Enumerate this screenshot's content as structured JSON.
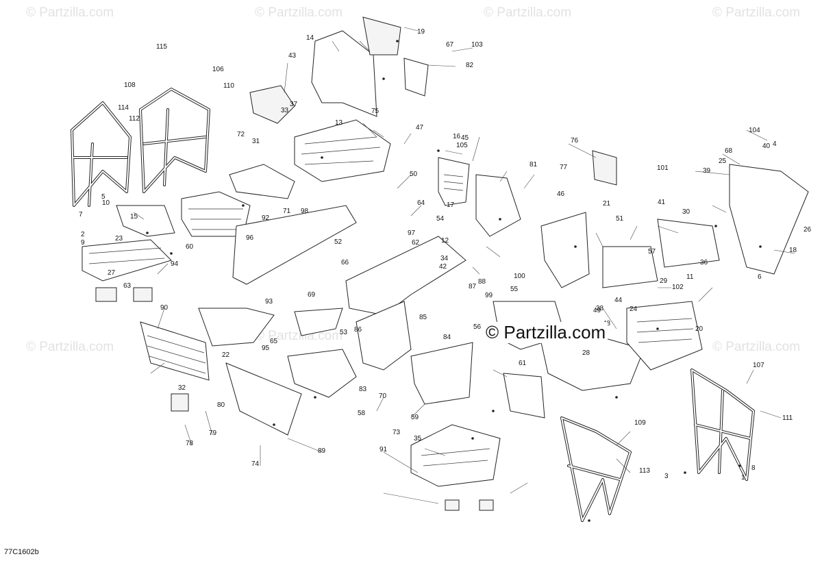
{
  "watermarks": [
    "© Partzilla.com",
    "© Partzilla.com",
    "© Partzilla.com",
    "© Partzilla.com",
    "© Partzilla.com",
    "© Partzilla.com",
    "© Partzilla.com"
  ],
  "main_watermark": "© Partzilla.com",
  "figure_code": "77C1602b",
  "callouts": [
    "1",
    "2",
    "3",
    "4",
    "5",
    "6",
    "7",
    "8",
    "9",
    "10",
    "11",
    "12",
    "13",
    "14",
    "15",
    "16",
    "17",
    "18",
    "19",
    "20",
    "21",
    "22",
    "23",
    "24",
    "25",
    "26",
    "27",
    "28",
    "29",
    "30",
    "31",
    "32",
    "33",
    "34",
    "35",
    "36",
    "37",
    "38",
    "39",
    "40",
    "41",
    "42",
    "43",
    "44",
    "45",
    "46",
    "47",
    "48",
    "49",
    "50",
    "51",
    "52",
    "53",
    "54",
    "55",
    "56",
    "57",
    "58",
    "59",
    "60",
    "61",
    "62",
    "63",
    "64",
    "65",
    "66",
    "67",
    "68",
    "69",
    "70",
    "71",
    "72",
    "73",
    "74",
    "75",
    "76",
    "77",
    "78",
    "79",
    "80",
    "81",
    "82",
    "83",
    "84",
    "85",
    "86",
    "87",
    "88",
    "89",
    "90",
    "91",
    "92",
    "93",
    "94",
    "95",
    "96",
    "97",
    "98",
    "99",
    "100",
    "101",
    "102",
    "103",
    "104",
    "105",
    "106",
    "107",
    "108",
    "109",
    "110",
    "111",
    "112",
    "113",
    "114",
    "115"
  ]
}
